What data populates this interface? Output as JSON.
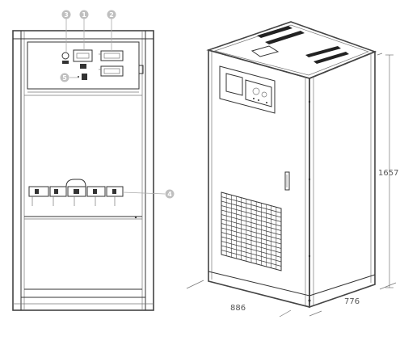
{
  "callouts": [
    {
      "number": "1"
    },
    {
      "number": "2"
    },
    {
      "number": "3"
    },
    {
      "number": "4"
    },
    {
      "number": "5"
    }
  ],
  "dimensions": {
    "height": "1657",
    "width": "886",
    "depth": "776"
  },
  "colors": {
    "callout_fill": "#bfbfbf",
    "line": "#333333",
    "dimension_text": "#555555"
  }
}
